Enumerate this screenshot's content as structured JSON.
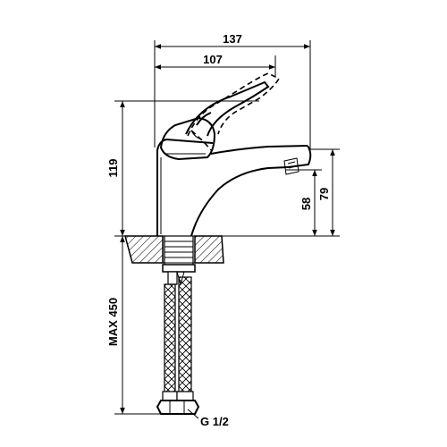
{
  "dimensions": {
    "overall_width": "137",
    "handle_offset": "107",
    "body_height": "119",
    "spout_height_low": "58",
    "spout_height_high": "79",
    "hose_length": "MAX 450",
    "connection_thread": "G 1/2"
  }
}
